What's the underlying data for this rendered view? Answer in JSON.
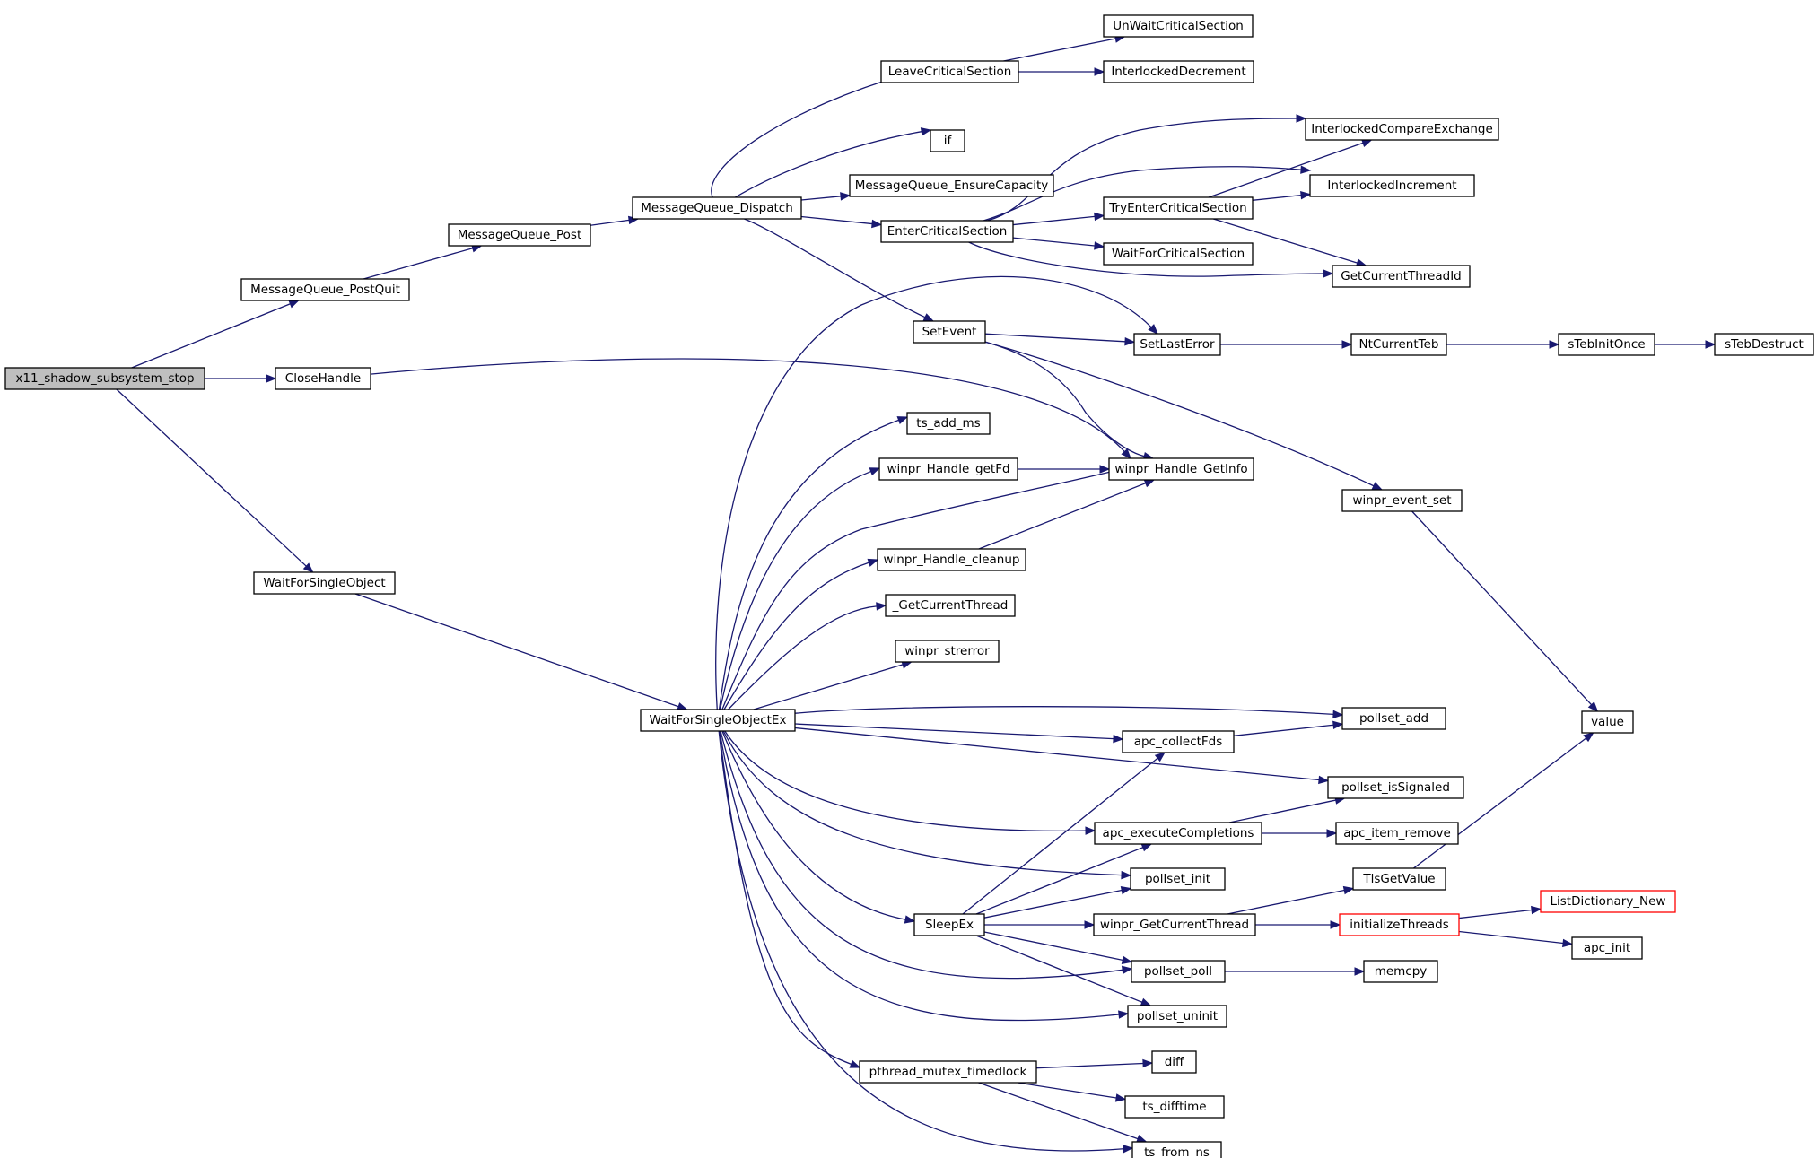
{
  "colors": {
    "edge": "#191970",
    "root_fill": "#bfbfbf",
    "truncated_border": "#ff0000",
    "node_border": "#000000"
  },
  "nodes": [
    {
      "id": "root",
      "label": "x11_shadow_subsystem_stop",
      "root": true
    },
    {
      "id": "mqpq",
      "label": "MessageQueue_PostQuit"
    },
    {
      "id": "close",
      "label": "CloseHandle"
    },
    {
      "id": "wfso",
      "label": "WaitForSingleObject"
    },
    {
      "id": "mqpost",
      "label": "MessageQueue_Post"
    },
    {
      "id": "mqdisp",
      "label": "MessageQueue_Dispatch"
    },
    {
      "id": "leave",
      "label": "LeaveCriticalSection"
    },
    {
      "id": "unwait",
      "label": "UnWaitCriticalSection"
    },
    {
      "id": "idec",
      "label": "InterlockedDecrement"
    },
    {
      "id": "if",
      "label": "if"
    },
    {
      "id": "ensure",
      "label": "MessageQueue_EnsureCapacity"
    },
    {
      "id": "enter",
      "label": "EnterCriticalSection"
    },
    {
      "id": "icx",
      "label": "InterlockedCompareExchange"
    },
    {
      "id": "iinc",
      "label": "InterlockedIncrement"
    },
    {
      "id": "tryenter",
      "label": "TryEnterCriticalSection"
    },
    {
      "id": "waitcs",
      "label": "WaitForCriticalSection"
    },
    {
      "id": "gctid",
      "label": "GetCurrentThreadId"
    },
    {
      "id": "setevent",
      "label": "SetEvent"
    },
    {
      "id": "setlast",
      "label": "SetLastError"
    },
    {
      "id": "ntteb",
      "label": "NtCurrentTeb"
    },
    {
      "id": "steb",
      "label": "sTebInitOnce"
    },
    {
      "id": "stebd",
      "label": "sTebDestruct"
    },
    {
      "id": "tsadd",
      "label": "ts_add_ms"
    },
    {
      "id": "hgetfd",
      "label": "winpr_Handle_getFd"
    },
    {
      "id": "hgetinfo",
      "label": "winpr_Handle_GetInfo"
    },
    {
      "id": "evset",
      "label": "winpr_event_set"
    },
    {
      "id": "hcleanup",
      "label": "winpr_Handle_cleanup"
    },
    {
      "id": "gct",
      "label": "_GetCurrentThread"
    },
    {
      "id": "strerr",
      "label": "winpr_strerror"
    },
    {
      "id": "wfsoex",
      "label": "WaitForSingleObjectEx"
    },
    {
      "id": "psadd",
      "label": "pollset_add"
    },
    {
      "id": "value",
      "label": "value"
    },
    {
      "id": "apccf",
      "label": "apc_collectFds"
    },
    {
      "id": "pssig",
      "label": "pollset_isSignaled"
    },
    {
      "id": "apcec",
      "label": "apc_executeCompletions"
    },
    {
      "id": "apcir",
      "label": "apc_item_remove"
    },
    {
      "id": "psinit",
      "label": "pollset_init"
    },
    {
      "id": "tlsget",
      "label": "TlsGetValue"
    },
    {
      "id": "sleepex",
      "label": "SleepEx"
    },
    {
      "id": "wgct",
      "label": "winpr_GetCurrentThread"
    },
    {
      "id": "initthr",
      "label": "initializeThreads",
      "truncated": true
    },
    {
      "id": "ldnew",
      "label": "ListDictionary_New",
      "truncated": true
    },
    {
      "id": "apcinit",
      "label": "apc_init"
    },
    {
      "id": "pspoll",
      "label": "pollset_poll"
    },
    {
      "id": "memcpy",
      "label": "memcpy"
    },
    {
      "id": "psuninit",
      "label": "pollset_uninit"
    },
    {
      "id": "ptml",
      "label": "pthread_mutex_timedlock"
    },
    {
      "id": "diff",
      "label": "diff"
    },
    {
      "id": "tsdiff",
      "label": "ts_difftime"
    },
    {
      "id": "tsfrom",
      "label": "ts_from_ns"
    }
  ]
}
